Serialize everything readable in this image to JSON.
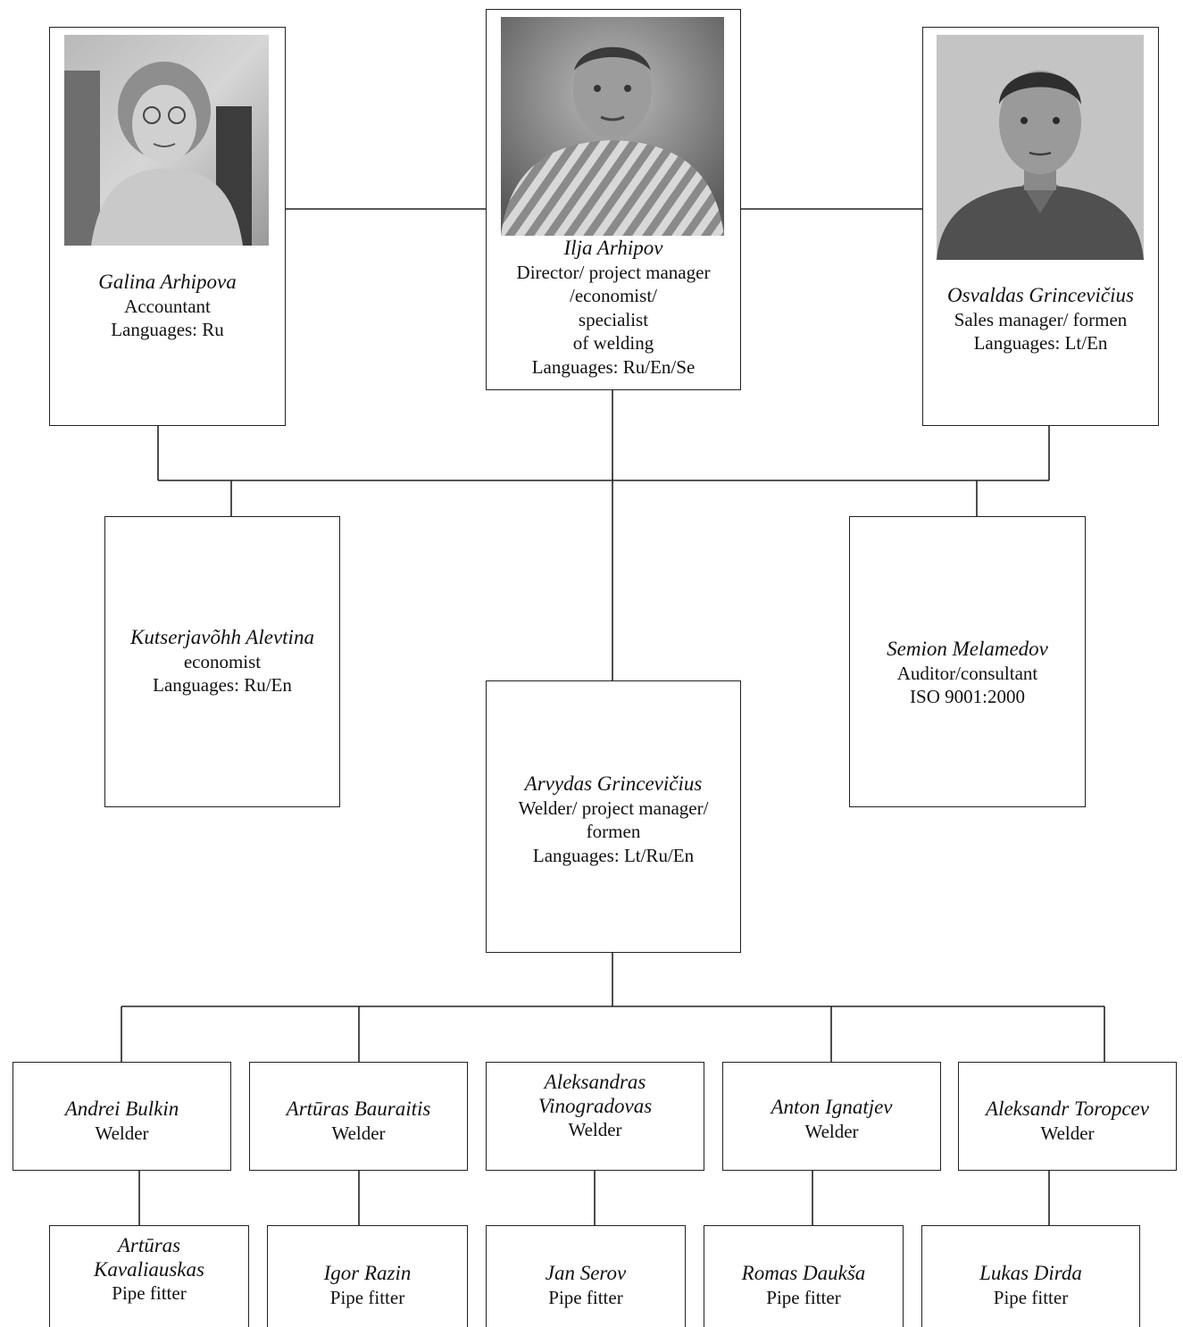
{
  "management": {
    "director": {
      "name": "Ilja Arhipov",
      "role_lines": [
        "Director/ project manager",
        "/economist/",
        "specialist",
        "of welding"
      ],
      "languages": "Languages: Ru/En/Se"
    },
    "accountant": {
      "name": "Galina Arhipova",
      "role_lines": [
        "Accountant"
      ],
      "languages": "Languages: Ru"
    },
    "sales_manager": {
      "name": "Osvaldas Grincevičius",
      "role_lines": [
        "Sales manager/ formen"
      ],
      "languages": "Languages: Lt/En"
    }
  },
  "staff": {
    "economist": {
      "name": "Kutserjavõhh Alevtina",
      "role_lines": [
        "economist"
      ],
      "languages": "Languages: Ru/En"
    },
    "auditor": {
      "name": "Semion Melamedov",
      "role_lines": [
        "Auditor/consultant",
        "ISO 9001:2000"
      ]
    },
    "foreman": {
      "name": "Arvydas Grincevičius",
      "role_lines": [
        "Welder/ project manager/",
        "formen"
      ],
      "languages": "Languages: Lt/Ru/En"
    }
  },
  "welders": [
    {
      "name_lines": [
        "Andrei Bulkin"
      ],
      "role": "Welder"
    },
    {
      "name_lines": [
        "Artūras Bauraitis"
      ],
      "role": "Welder"
    },
    {
      "name_lines": [
        "Aleksandras",
        "Vinogradovas"
      ],
      "role": "Welder"
    },
    {
      "name_lines": [
        "Anton Ignatjev"
      ],
      "role": "Welder"
    },
    {
      "name_lines": [
        "Aleksandr Toropcev"
      ],
      "role": "Welder"
    }
  ],
  "pipe_fitters": [
    {
      "name_lines": [
        "Artūras",
        "Kavaliauskas"
      ],
      "role": "Pipe fitter"
    },
    {
      "name_lines": [
        "Igor Razin"
      ],
      "role": "Pipe fitter"
    },
    {
      "name_lines": [
        "Jan Serov"
      ],
      "role": "Pipe fitter"
    },
    {
      "name_lines": [
        "Romas Daukša"
      ],
      "role": "Pipe fitter"
    },
    {
      "name_lines": [
        "Lukas Dirda"
      ],
      "role": "Pipe fitter"
    }
  ]
}
